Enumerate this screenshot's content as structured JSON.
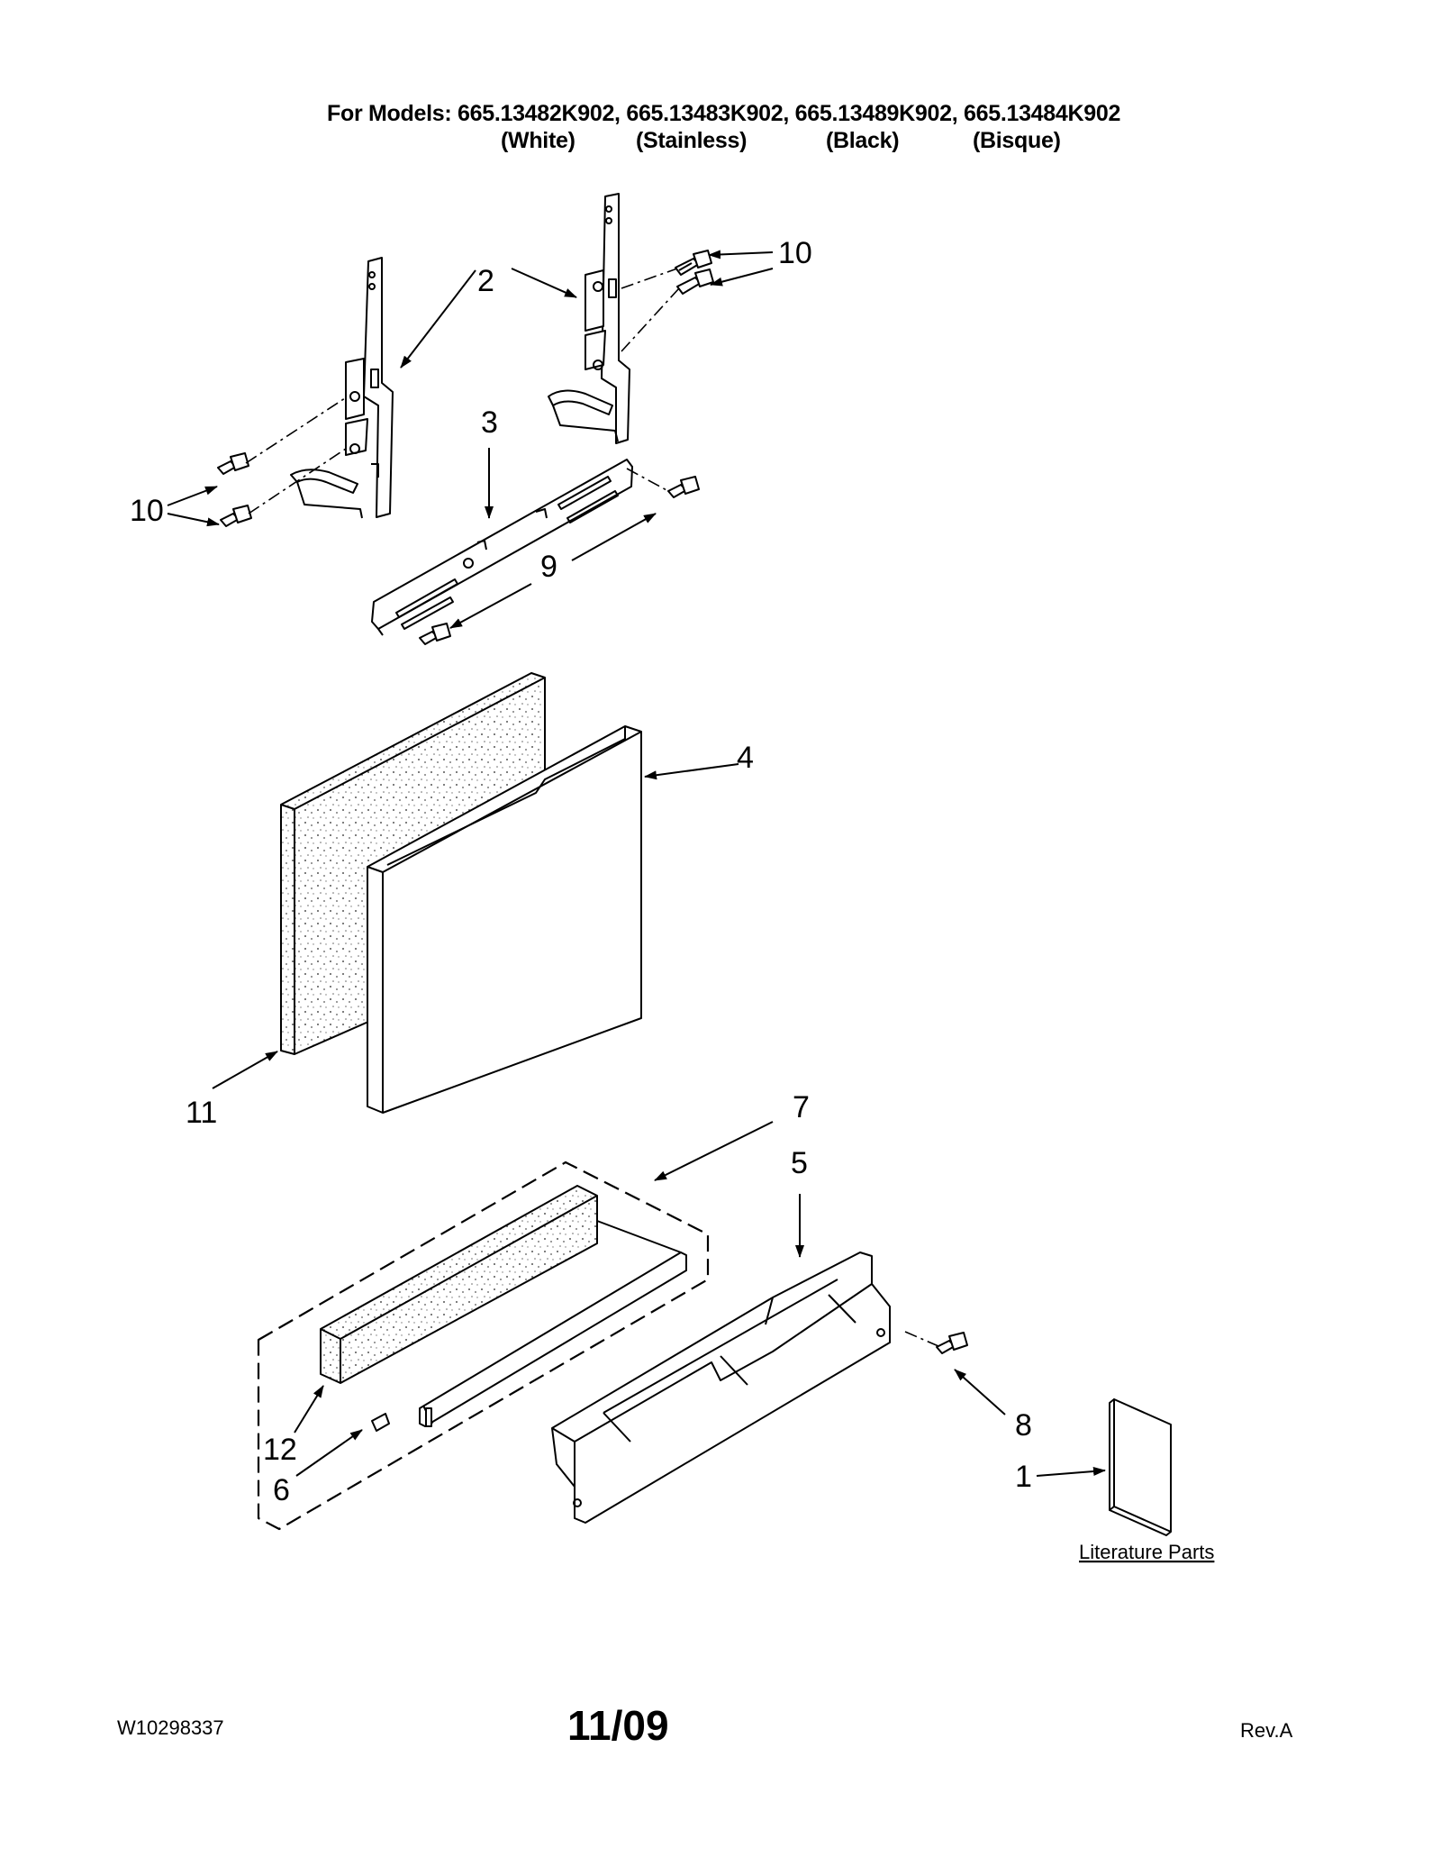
{
  "header": {
    "models_line": "For Models: 665.13482K902, 665.13483K902, 665.13489K902, 665.13484K902",
    "colors": [
      "(White)",
      "(Stainless)",
      "(Black)",
      "(Bisque)"
    ]
  },
  "callouts": {
    "c1": "1",
    "c2": "2",
    "c3": "3",
    "c4": "4",
    "c5": "5",
    "c6": "6",
    "c7": "7",
    "c8": "8",
    "c9": "9",
    "c10a": "10",
    "c10b": "10",
    "c11": "11",
    "c12": "12"
  },
  "literature_label": "Literature Parts",
  "footer": {
    "doc_number": "W10298337",
    "date": "11/09",
    "revision": "Rev.A"
  }
}
